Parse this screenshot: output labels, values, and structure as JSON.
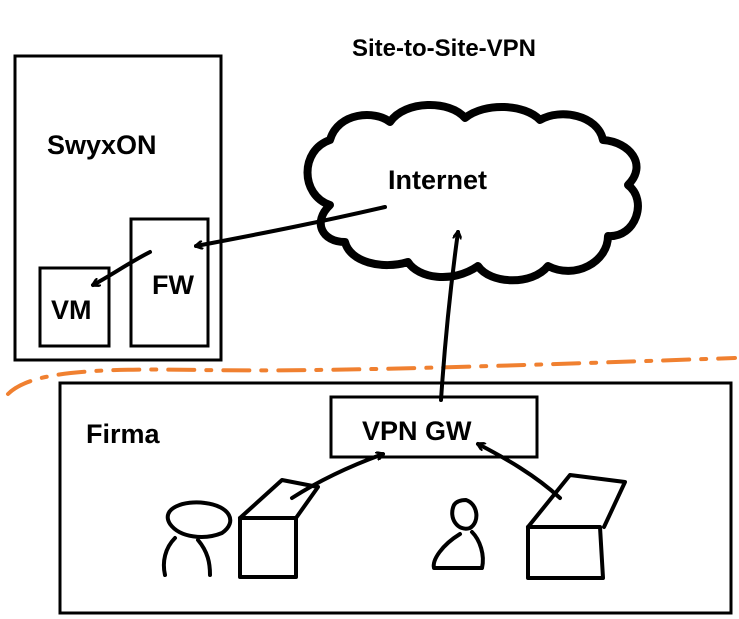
{
  "diagram": {
    "title": "Site-to-Site-VPN",
    "cloud": {
      "label": "Internet"
    },
    "swyxon": {
      "label": "SwyxON",
      "vm_label": "VM",
      "fw_label": "FW"
    },
    "firma": {
      "label": "Firma",
      "gateway_label": "VPN GW"
    },
    "colors": {
      "ink": "#000000",
      "boundary": "#f08030",
      "background": "#ffffff"
    },
    "connections": [
      {
        "from": "Internet",
        "to": "FW"
      },
      {
        "from": "FW",
        "to": "VM"
      },
      {
        "from": "VPN GW",
        "to": "Internet"
      },
      {
        "from": "user-left-workstation",
        "to": "VPN GW"
      },
      {
        "from": "user-right-workstation",
        "to": "VPN GW"
      }
    ]
  }
}
